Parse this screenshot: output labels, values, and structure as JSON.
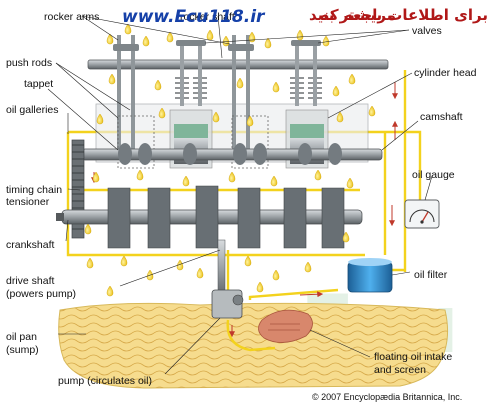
{
  "banner": {
    "url": "www.Ecu118.ir",
    "persian_left": "مراجعه کنید",
    "persian_right": "برای اطلاعات بیشتر به",
    "url_color": "#1540a8",
    "persian_color": "#b01818"
  },
  "labels": {
    "rocker_arms": "rocker arms",
    "rocker_shaft": "rocker shaft",
    "valves": "valves",
    "push_rods": "push rods",
    "tappet": "tappet",
    "cylinder_head": "cylinder head",
    "oil_galleries": "oil galleries",
    "camshaft": "camshaft",
    "timing_chain_line1": "timing chain",
    "timing_chain_line2": "tensioner",
    "oil_gauge": "oil gauge",
    "crankshaft": "crankshaft",
    "drive_shaft_line1": "drive shaft",
    "drive_shaft_line2": "(powers pump)",
    "oil_filter": "oil filter",
    "oil_pan_line1": "oil pan",
    "oil_pan_line2": "(sump)",
    "floating_line1": "floating oil intake",
    "floating_line2": "and screen",
    "pump": "pump (circulates oil)"
  },
  "copyright": "© 2007 Encyclopædia Britannica, Inc.",
  "colors": {
    "oil": "#f3d21d",
    "oil_pan": "#f6dc8e",
    "metal": "#9aa0a4",
    "metal_dark": "#5b6064",
    "filter": "#2f8fd6",
    "piston_head": "#7fb59a",
    "leader": "#222222",
    "flow_arrow": "#c0392b"
  },
  "icons": [
    "oil-drop-icon",
    "flow-arrow-icon",
    "gauge-icon"
  ]
}
